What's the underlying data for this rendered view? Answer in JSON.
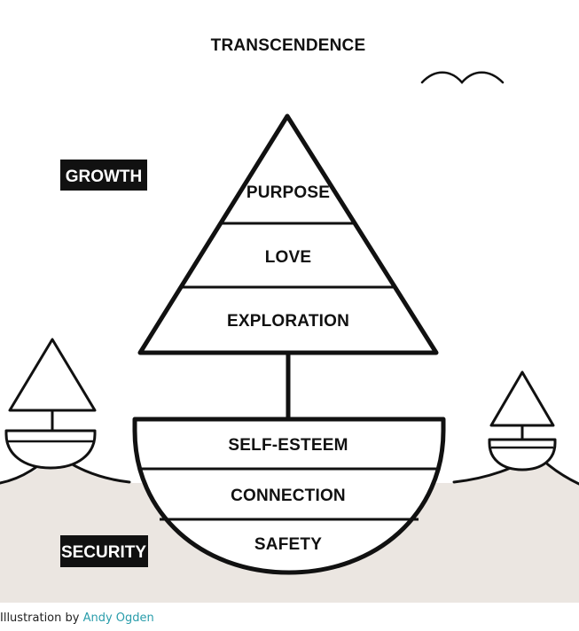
{
  "diagram": {
    "top_label": "TRANSCENDENCE",
    "growth_tag": "GROWTH",
    "security_tag": "SECURITY",
    "sail_levels": [
      "PURPOSE",
      "LOVE",
      "EXPLORATION"
    ],
    "hull_levels": [
      "SELF-ESTEEM",
      "CONNECTION",
      "SAFETY"
    ]
  },
  "credit": {
    "prefix": "Illustration by ",
    "author": "Andy Ogden"
  },
  "colors": {
    "ink": "#111111",
    "sea": "#ebe6e1",
    "tag_bg": "#111111",
    "tag_text": "#ffffff",
    "link": "#2a9dab"
  }
}
